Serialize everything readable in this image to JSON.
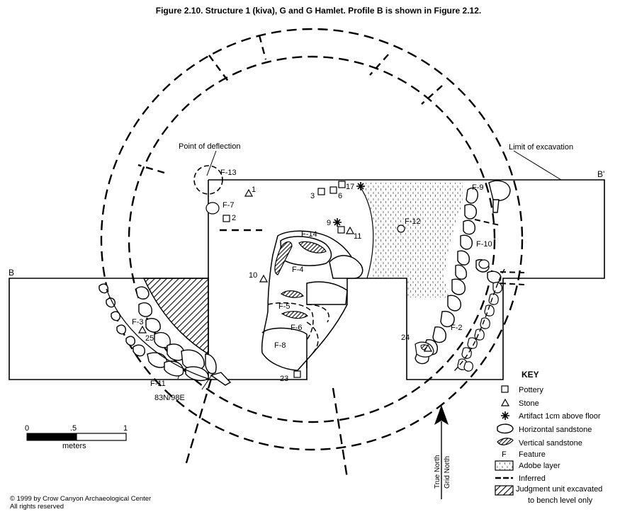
{
  "title": "Figure 2.10.  Structure 1 (kiva), G and G Hamlet. Profile B is shown in Figure 2.12.",
  "copyright": [
    "© 1999 by Crow Canyon Archaeological Center",
    "All rights reserved"
  ],
  "annotations": {
    "point_of_deflection": "Point of deflection",
    "limit_of_excavation": "Limit of excavation",
    "profile_b_left": "B",
    "profile_b_right": "B'",
    "datum": "83N/98E"
  },
  "features": [
    "F-13",
    "F-7",
    "F-14",
    "F-4",
    "F-5",
    "F-6",
    "F-8",
    "F-12",
    "F-9",
    "F-10",
    "F-2",
    "F-3",
    "F-11"
  ],
  "numbers": [
    "1",
    "2",
    "3",
    "6",
    "17",
    "9",
    "11",
    "10",
    "25",
    "23",
    "24"
  ],
  "scale": {
    "ticks": [
      "0",
      ".5",
      "1"
    ],
    "unit": "meters"
  },
  "north": {
    "true": "True North",
    "grid": "Grid North"
  },
  "key": {
    "title": "KEY",
    "items": [
      {
        "symbol": "square",
        "label": "Pottery"
      },
      {
        "symbol": "triangle",
        "label": "Stone"
      },
      {
        "symbol": "asterisk",
        "label": "Artifact 1cm above floor"
      },
      {
        "symbol": "horizontal-stone",
        "label": "Horizontal sandstone"
      },
      {
        "symbol": "vertical-stone",
        "label": "Vertical sandstone"
      },
      {
        "symbol": "letter-f",
        "label": "Feature",
        "glyph": "F"
      },
      {
        "symbol": "adobe",
        "label": "Adobe layer"
      },
      {
        "symbol": "dash",
        "label": "Inferred"
      },
      {
        "symbol": "hatch",
        "label": "Judgment unit excavated",
        "label2": "to bench level only"
      }
    ]
  }
}
